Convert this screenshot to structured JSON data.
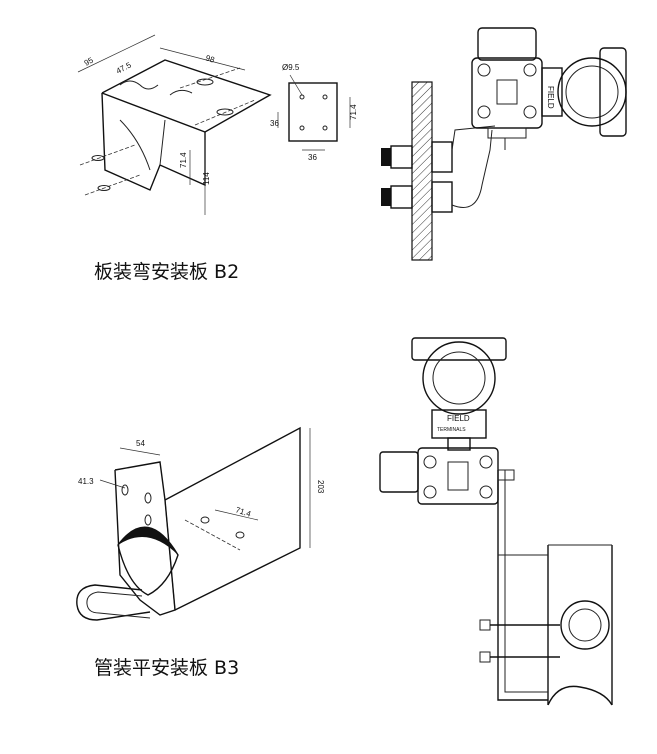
{
  "captions": {
    "b2": "板装弯安装板 B2",
    "b3": "管装平安装板 B3"
  },
  "dims_b2": {
    "d95": "95",
    "d47": "47.5",
    "d98": "98",
    "d114": "114",
    "d71v": "71.4"
  },
  "dims_plate": {
    "hole": "Ø9.5",
    "d36v": "36",
    "d71": "71.4",
    "d36h": "36"
  },
  "dims_b3": {
    "d54": "54",
    "d41": "41.3",
    "d71": "71.4",
    "d203": "203"
  },
  "labels": {
    "field_top": "FIELD",
    "field_side": "FIELD",
    "terminals": "TERMINALS"
  }
}
